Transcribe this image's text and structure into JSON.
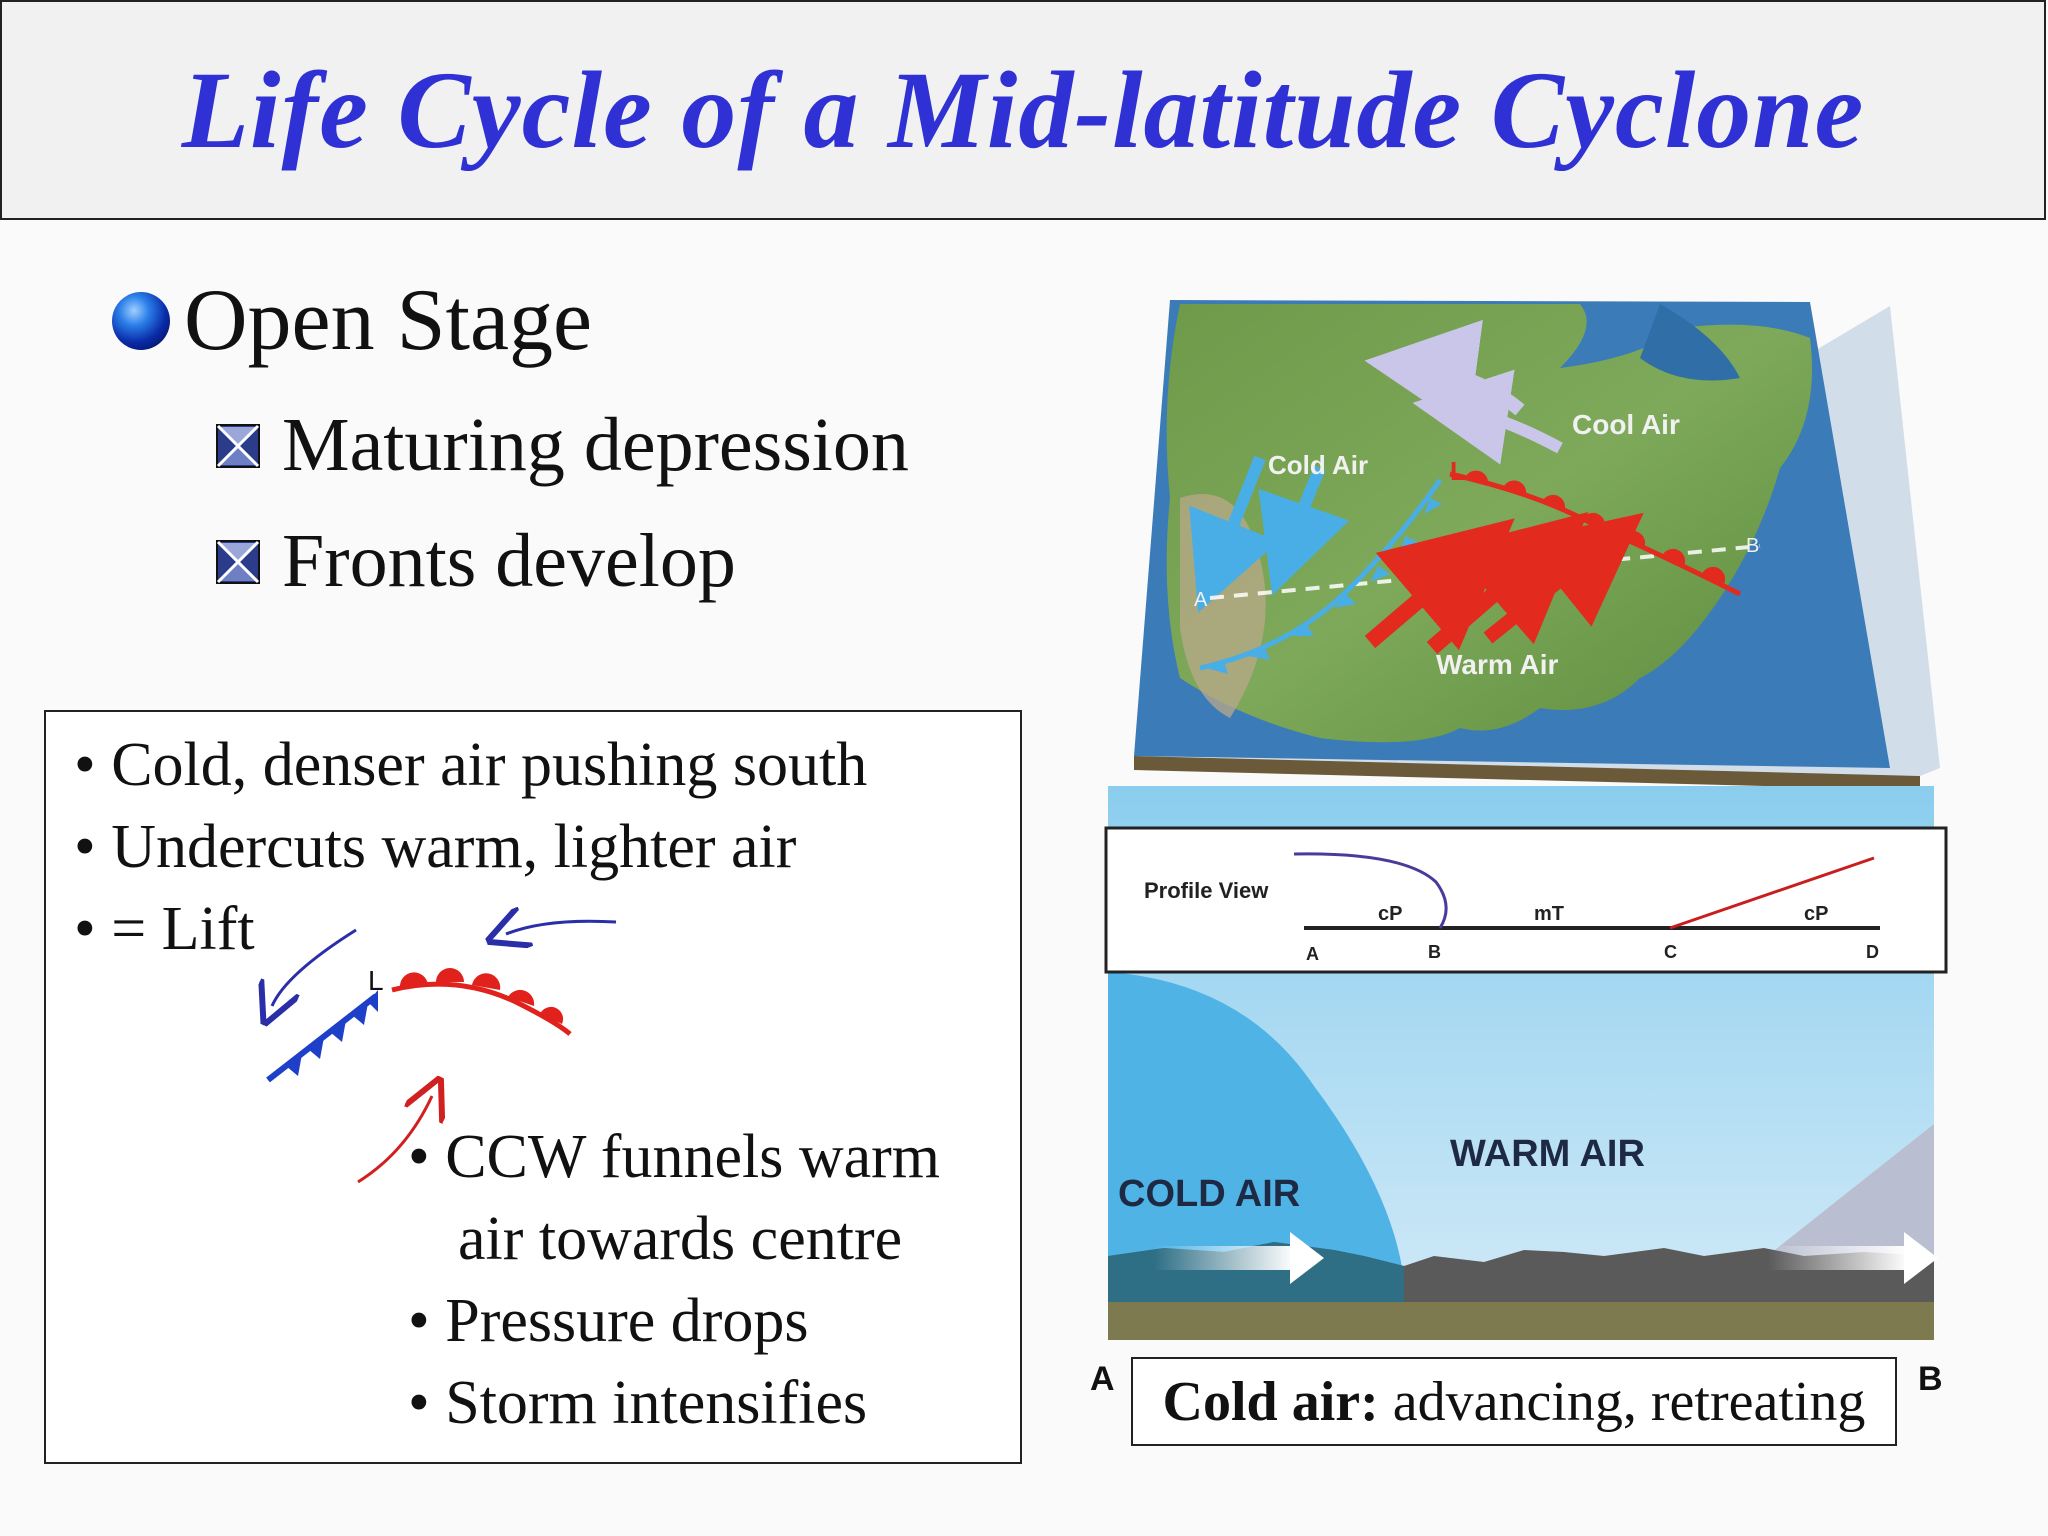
{
  "title": "Life Cycle of a Mid-latitude Cyclone",
  "stage": {
    "heading": "Open Stage",
    "points": [
      "Maturing depression",
      "Fronts develop"
    ]
  },
  "notes": {
    "top": [
      "• Cold, denser air pushing south",
      "• Undercuts warm, lighter air",
      "• = Lift"
    ],
    "bottom": [
      "• CCW funnels warm",
      "air towards centre",
      "• Pressure drops",
      "• Storm intensifies"
    ],
    "sketch_low_label": "L"
  },
  "map": {
    "cool_air": "Cool Air",
    "cold_air": "Cold Air",
    "warm_air": "Warm Air",
    "low": "L",
    "point_a": "A",
    "point_b": "B"
  },
  "profile": {
    "inset_title": "Profile View",
    "air_masses": [
      "cP",
      "mT",
      "cP"
    ],
    "points": [
      "A",
      "B",
      "C",
      "D"
    ],
    "cold_air": "COLD AIR",
    "warm_air": "WARM AIR"
  },
  "caption": {
    "bold": "Cold air:",
    "rest": "advancing, retreating"
  },
  "endpoints": {
    "left": "A",
    "right": "B"
  },
  "colors": {
    "title": "#2f31d4",
    "cold_front": "#1e3fc8",
    "warm_front": "#e0211c",
    "cold_air_mass": "#4fb3e6",
    "warm_air_mass": "#8fcdee"
  }
}
